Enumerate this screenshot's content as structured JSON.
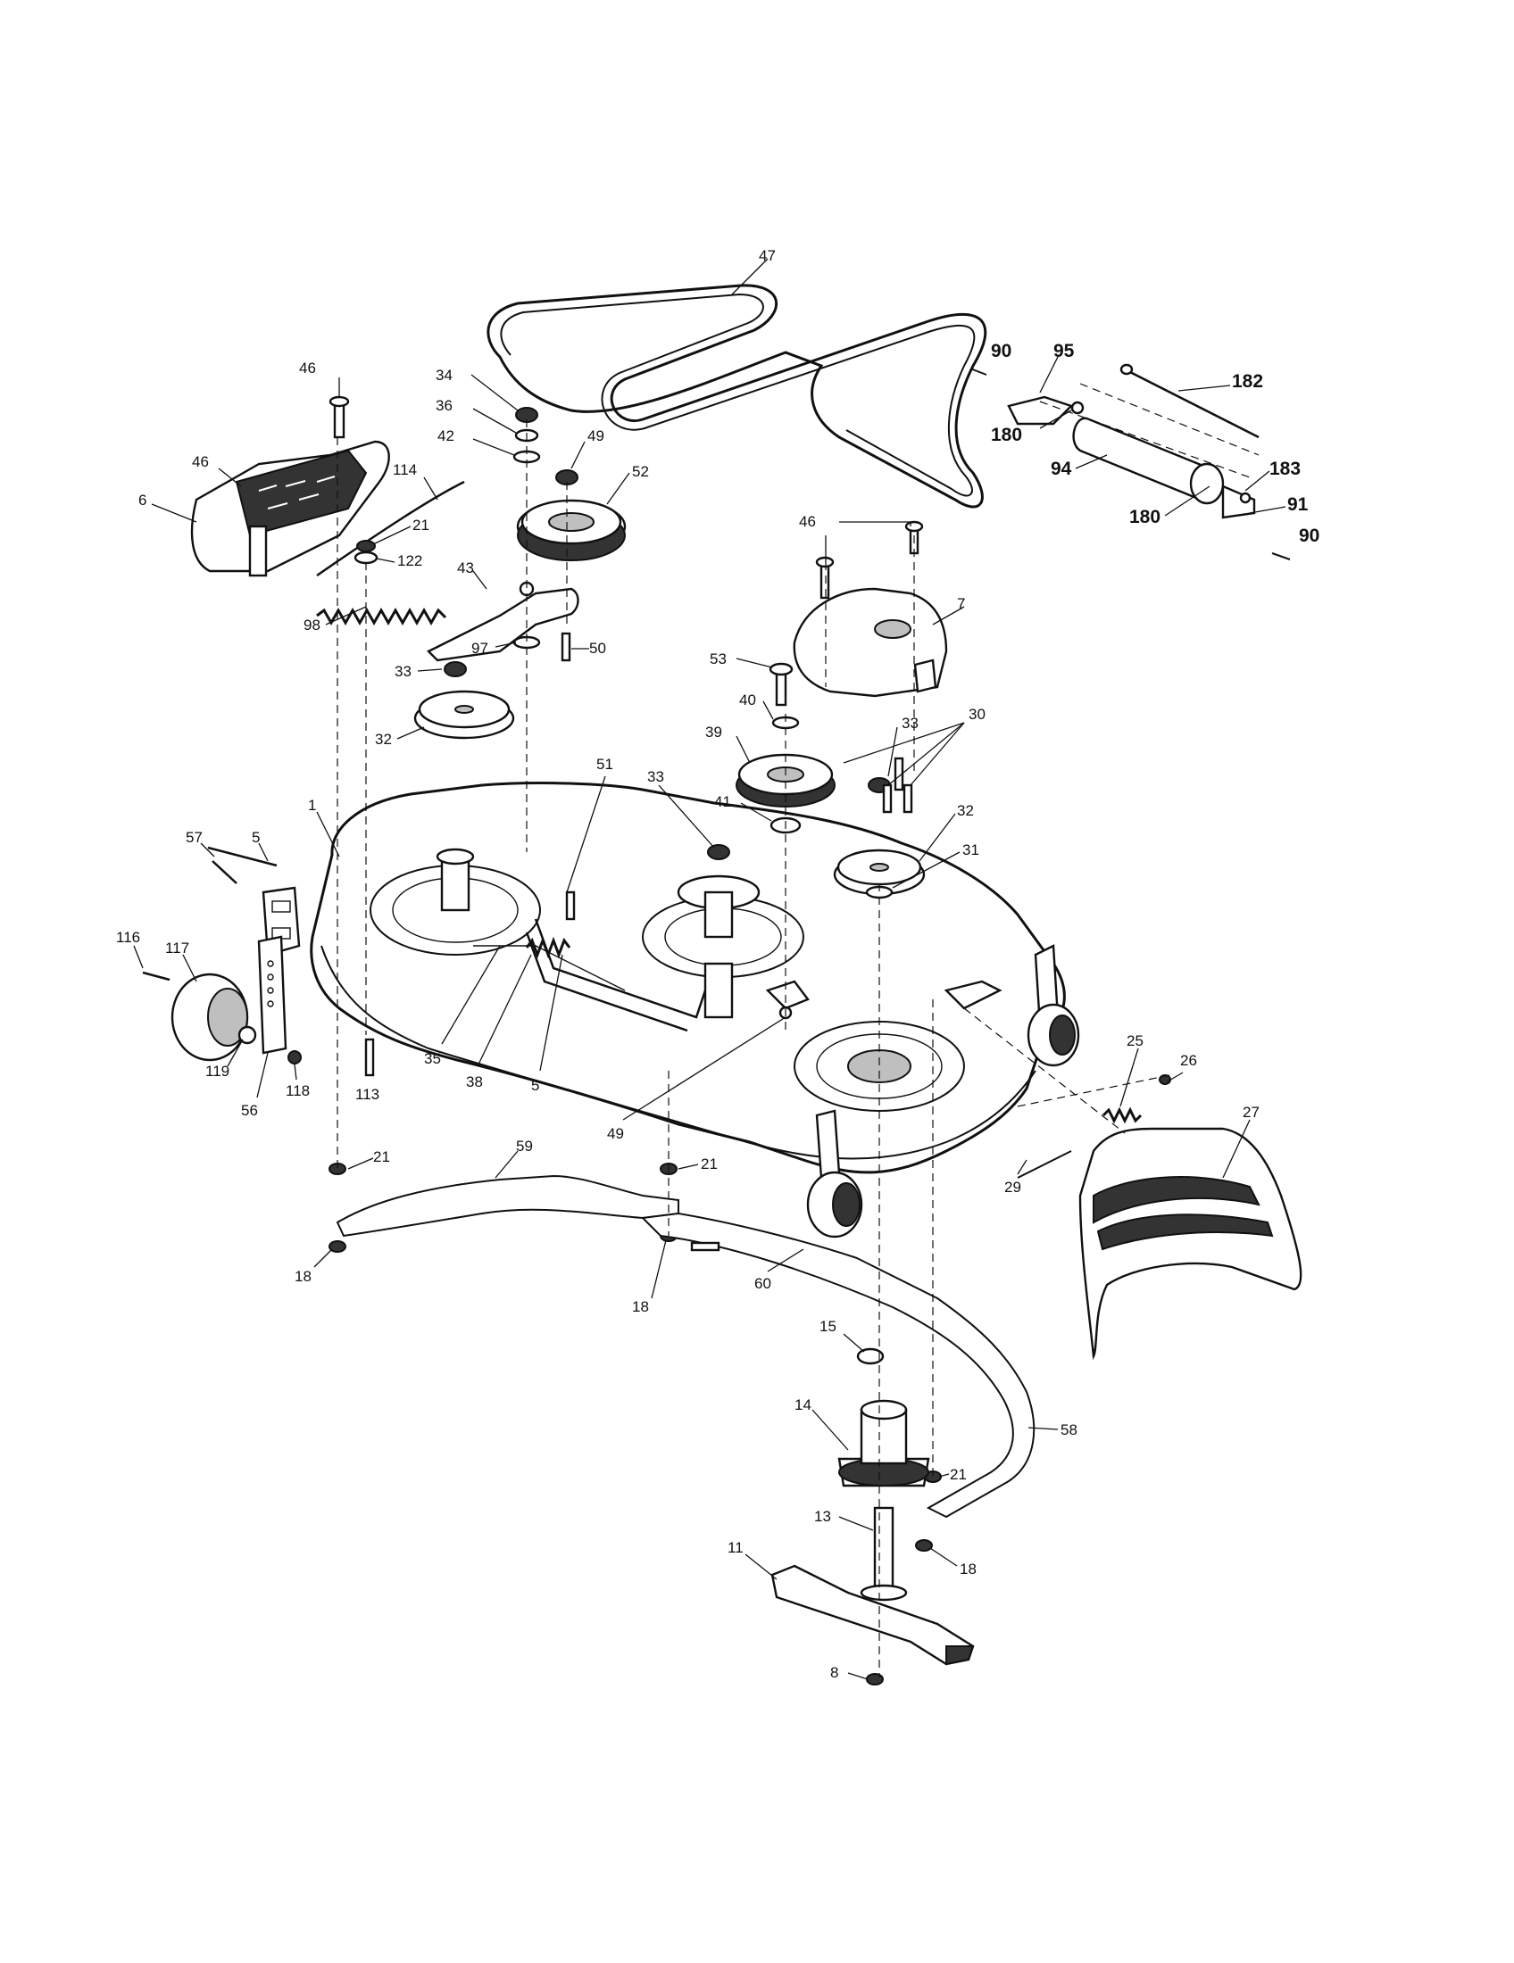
{
  "callouts": [
    {
      "id": "c47",
      "text": "47"
    },
    {
      "id": "c90a",
      "text": "90"
    },
    {
      "id": "c95",
      "text": "95"
    },
    {
      "id": "c182",
      "text": "182"
    },
    {
      "id": "c180a",
      "text": "180"
    },
    {
      "id": "c94",
      "text": "94"
    },
    {
      "id": "c183",
      "text": "183"
    },
    {
      "id": "c180b",
      "text": "180"
    },
    {
      "id": "c91",
      "text": "91"
    },
    {
      "id": "c90b",
      "text": "90"
    },
    {
      "id": "c46a",
      "text": "46"
    },
    {
      "id": "c34",
      "text": "34"
    },
    {
      "id": "c36",
      "text": "36"
    },
    {
      "id": "c42",
      "text": "42"
    },
    {
      "id": "c49a",
      "text": "49"
    },
    {
      "id": "c52",
      "text": "52"
    },
    {
      "id": "c46b",
      "text": "46"
    },
    {
      "id": "c114",
      "text": "114"
    },
    {
      "id": "c6",
      "text": "6"
    },
    {
      "id": "c21a",
      "text": "21"
    },
    {
      "id": "c122",
      "text": "122"
    },
    {
      "id": "c43",
      "text": "43"
    },
    {
      "id": "c46c",
      "text": "46"
    },
    {
      "id": "c98",
      "text": "98"
    },
    {
      "id": "c97",
      "text": "97"
    },
    {
      "id": "c50",
      "text": "50"
    },
    {
      "id": "c7",
      "text": "7"
    },
    {
      "id": "c33a",
      "text": "33"
    },
    {
      "id": "c53",
      "text": "53"
    },
    {
      "id": "c32a",
      "text": "32"
    },
    {
      "id": "c40",
      "text": "40"
    },
    {
      "id": "c33b",
      "text": "33"
    },
    {
      "id": "c30",
      "text": "30"
    },
    {
      "id": "c39",
      "text": "39"
    },
    {
      "id": "c51",
      "text": "51"
    },
    {
      "id": "c33c",
      "text": "33"
    },
    {
      "id": "c32b",
      "text": "32"
    },
    {
      "id": "c41",
      "text": "41"
    },
    {
      "id": "c1",
      "text": "1"
    },
    {
      "id": "c31",
      "text": "31"
    },
    {
      "id": "c57",
      "text": "57"
    },
    {
      "id": "c5a",
      "text": "5"
    },
    {
      "id": "c116",
      "text": "116"
    },
    {
      "id": "c117",
      "text": "117"
    },
    {
      "id": "c35",
      "text": "35"
    },
    {
      "id": "c38",
      "text": "38"
    },
    {
      "id": "c5b",
      "text": "5"
    },
    {
      "id": "c119",
      "text": "119"
    },
    {
      "id": "c113",
      "text": "113"
    },
    {
      "id": "c118",
      "text": "118"
    },
    {
      "id": "c56",
      "text": "56"
    },
    {
      "id": "c25",
      "text": "25"
    },
    {
      "id": "c26",
      "text": "26"
    },
    {
      "id": "c49b",
      "text": "49"
    },
    {
      "id": "c27",
      "text": "27"
    },
    {
      "id": "c21b",
      "text": "21"
    },
    {
      "id": "c59",
      "text": "59"
    },
    {
      "id": "c21c",
      "text": "21"
    },
    {
      "id": "c29",
      "text": "29"
    },
    {
      "id": "c18a",
      "text": "18"
    },
    {
      "id": "c18b",
      "text": "18"
    },
    {
      "id": "c60",
      "text": "60"
    },
    {
      "id": "c15",
      "text": "15"
    },
    {
      "id": "c58",
      "text": "58"
    },
    {
      "id": "c14",
      "text": "14"
    },
    {
      "id": "c21d",
      "text": "21"
    },
    {
      "id": "c13",
      "text": "13"
    },
    {
      "id": "c18c",
      "text": "18"
    },
    {
      "id": "c11",
      "text": "11"
    },
    {
      "id": "c8",
      "text": "8"
    }
  ]
}
